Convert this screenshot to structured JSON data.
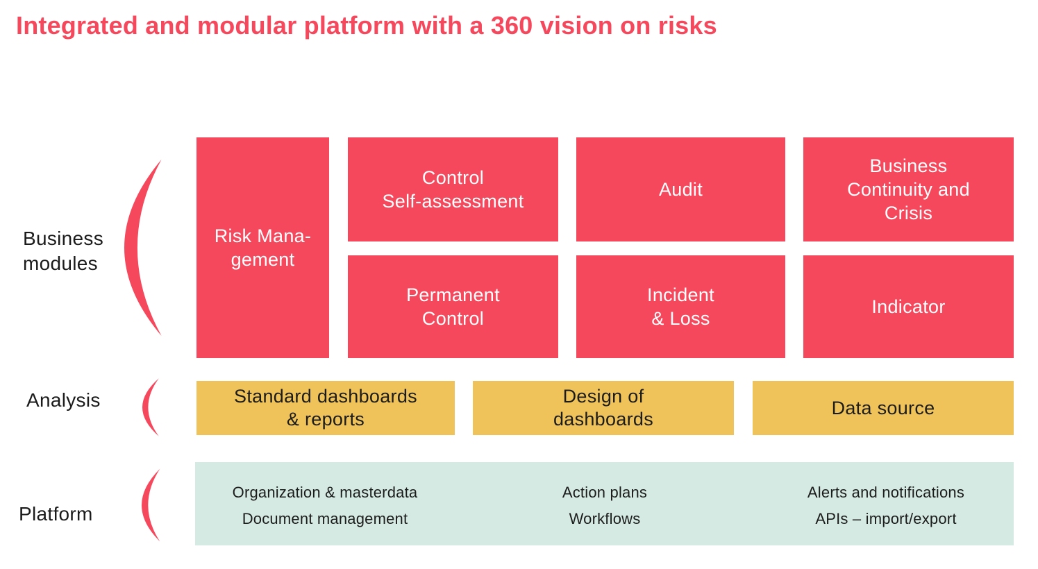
{
  "title": "Integrated and modular platform with a 360 vision on risks",
  "colors": {
    "red": "#f6485c",
    "yellow": "#efc35a",
    "mint": "#d5eae2",
    "dark_text": "#1c1c1c",
    "white_text": "#ffffff"
  },
  "business": {
    "label": "Business\nmodules",
    "risk_management": "Risk Mana-\ngement",
    "control_self_assessment": "Control\nSelf-assessment",
    "audit": "Audit",
    "business_continuity": "Business\nContinuity and\nCrisis",
    "permanent_control": "Permanent\nControl",
    "incident_loss": "Incident\n& Loss",
    "indicator": "Indicator"
  },
  "analysis": {
    "label": "Analysis",
    "standard_dashboards": "Standard dashboards\n& reports",
    "design_dashboards": "Design of\ndashboards",
    "data_source": "Data source"
  },
  "platform": {
    "label": "Platform",
    "items": [
      "Organization & masterdata",
      "Document management",
      "Action plans",
      "Workflows",
      "Alerts and notifications",
      "APIs – import/export"
    ]
  }
}
